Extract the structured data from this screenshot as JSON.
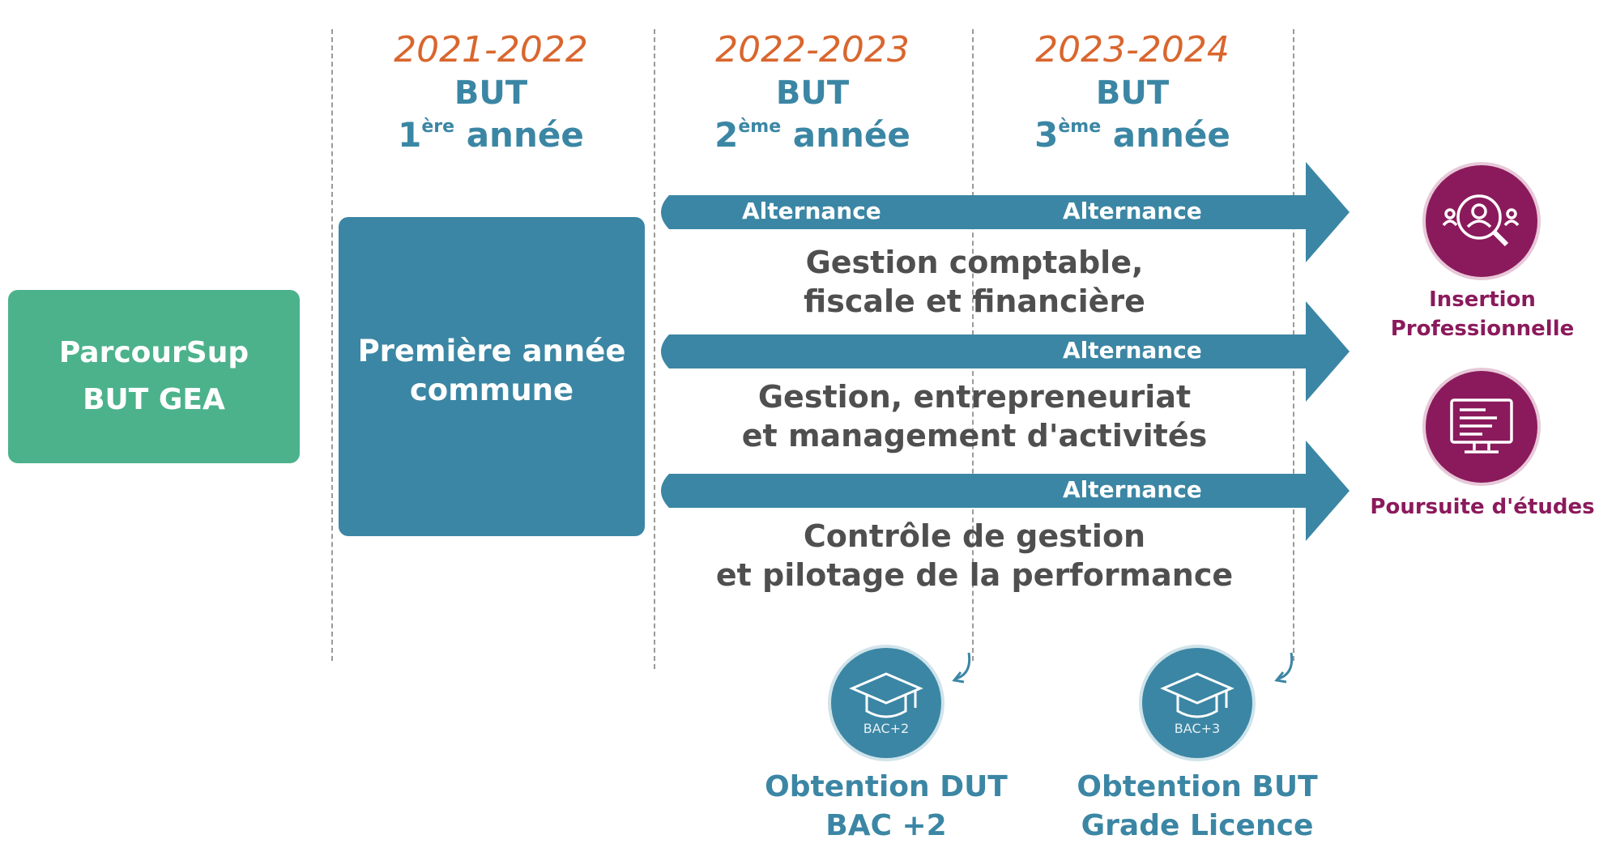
{
  "entry": {
    "line1": "ParcourSup",
    "line2": "BUT GEA",
    "color": "#4cb28b"
  },
  "first_year_box": {
    "line1": "Première année",
    "line2": "commune",
    "color": "#3b86a4"
  },
  "years": [
    {
      "period": "2021-2022",
      "degree": "BUT",
      "number": "1",
      "sup": "ère",
      "word": "année"
    },
    {
      "period": "2022-2023",
      "degree": "BUT",
      "number": "2",
      "sup": "ème",
      "word": "année"
    },
    {
      "period": "2023-2024",
      "degree": "BUT",
      "number": "3",
      "sup": "ème",
      "word": "année"
    }
  ],
  "tracks": [
    {
      "arrow_labels": [
        "Alternance",
        "Alternance"
      ],
      "title_line1": "Gestion comptable,",
      "title_line2": "fiscale et financière"
    },
    {
      "arrow_labels": [
        "Alternance"
      ],
      "title_line1": "Gestion, entrepreneuriat",
      "title_line2": "et management d'activités"
    },
    {
      "arrow_labels": [
        "Alternance"
      ],
      "title_line1": "Contrôle de gestion",
      "title_line2": "et pilotage de la performance"
    }
  ],
  "outcomes": [
    {
      "icon": "recruitment-search-icon",
      "line1": "Insertion",
      "line2": "Professionnelle"
    },
    {
      "icon": "computer-monitor-icon",
      "line1": "Poursuite d'études",
      "line2": ""
    }
  ],
  "graduations": [
    {
      "icon": "graduation-cap-icon",
      "badge": "BAC+2",
      "line1": "Obtention DUT",
      "line2": "BAC +2"
    },
    {
      "icon": "graduation-cap-icon",
      "badge": "BAC+3",
      "line1": "Obtention BUT",
      "line2": "Grade Licence"
    }
  ],
  "colors": {
    "teal": "#3b86a4",
    "green": "#4cb28b",
    "orange": "#d9662e",
    "magenta": "#8b1a5c",
    "dark_text": "#4f4f4f"
  }
}
